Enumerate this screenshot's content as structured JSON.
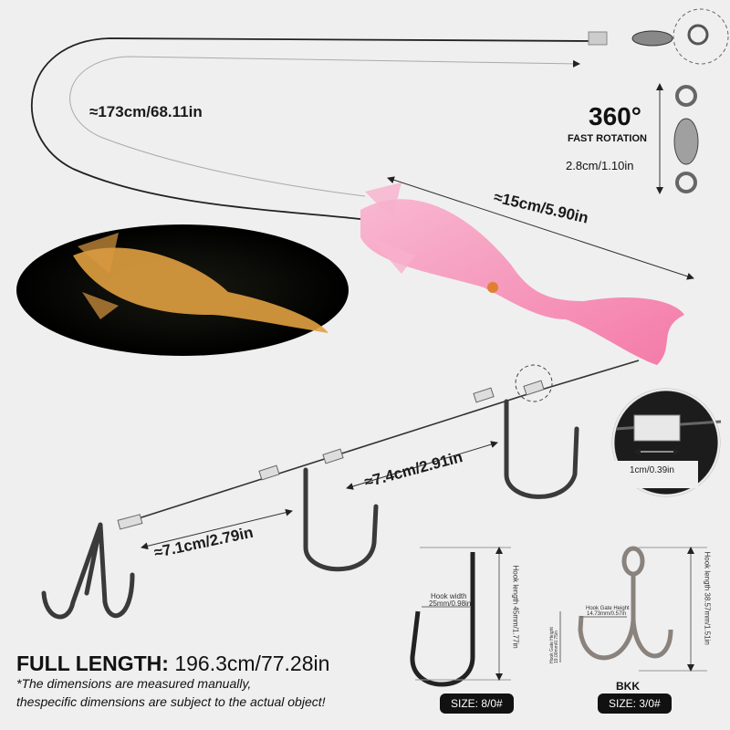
{
  "dimensions": {
    "leader_length": "≈173cm/68.11in",
    "rotation": "360°",
    "rotation_label": "FAST ROTATION",
    "swivel_size": "2.8cm/1.10in",
    "squid_length": "≈15cm/5.90in",
    "hook_spacing_1": "≈7.4cm/2.91in",
    "hook_spacing_2": "≈7.1cm/2.79in",
    "sleeve_length": "1cm/0.39in"
  },
  "footer": {
    "full_length_label": "FULL LENGTH:",
    "full_length_value": " 196.3cm/77.28in",
    "note_line1": "*The dimensions are measured manually,",
    "note_line2": "thespecific dimensions are subject to the actual object!"
  },
  "single_hook": {
    "width_label": "Hook width",
    "width_value": "25mm/0.98in",
    "length": "Hook length 45mm/1.77in",
    "size": "SIZE: 8/0#"
  },
  "treble_hook": {
    "gate_width_label": "Hook Gate Height",
    "gate_width_value": "14.73mm/0.57in",
    "gate_height_label": "Hook Gate Height",
    "gate_height_value": "19.00mm/0.75in",
    "length": "Hook length 38.57mm/1.51in",
    "brand": "BKK",
    "size": "SIZE: 3/0#"
  },
  "colors": {
    "background": "#efefef",
    "squid": "#f7a8c8",
    "glow": "#e0a040",
    "text": "#1a1a1a"
  }
}
